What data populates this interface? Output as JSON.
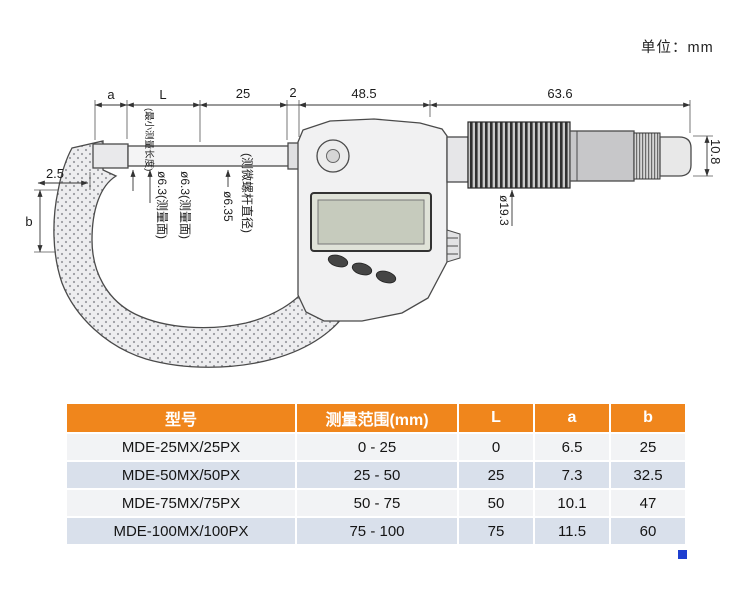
{
  "unit_label": "单位：mm",
  "dims": {
    "a": "a",
    "L": "L",
    "d25": "25",
    "d2": "2",
    "d48_5": "48.5",
    "d63_6": "63.6",
    "d10_8": "10.8",
    "d2_5": "2.5",
    "b": "b",
    "min_note": "(最小测量长度)",
    "face_anvil": "ø6.3(测量面)",
    "face_spindle": "ø6.3(测量面)",
    "screw_dia": "ø6.35",
    "screw_note": "(测微螺杆直径)",
    "thimble_dia": "ø19.3"
  },
  "table": {
    "headers": [
      "型号",
      "测量范围(mm)",
      "L",
      "a",
      "b"
    ],
    "rows": [
      [
        "MDE-25MX/25PX",
        "0 - 25",
        "0",
        "6.5",
        "25"
      ],
      [
        "MDE-50MX/50PX",
        "25 - 50",
        "25",
        "7.3",
        "32.5"
      ],
      [
        "MDE-75MX/75PX",
        "50 - 75",
        "50",
        "10.1",
        "47"
      ],
      [
        "MDE-100MX/100PX",
        "75 - 100",
        "75",
        "11.5",
        "60"
      ]
    ]
  },
  "colors": {
    "table_header_bg": "#f0861c",
    "row_light": "#f2f3f5",
    "row_shaded": "#d9e0eb",
    "corner_marker": "#1e3fd0",
    "drawing_line": "#333333"
  }
}
